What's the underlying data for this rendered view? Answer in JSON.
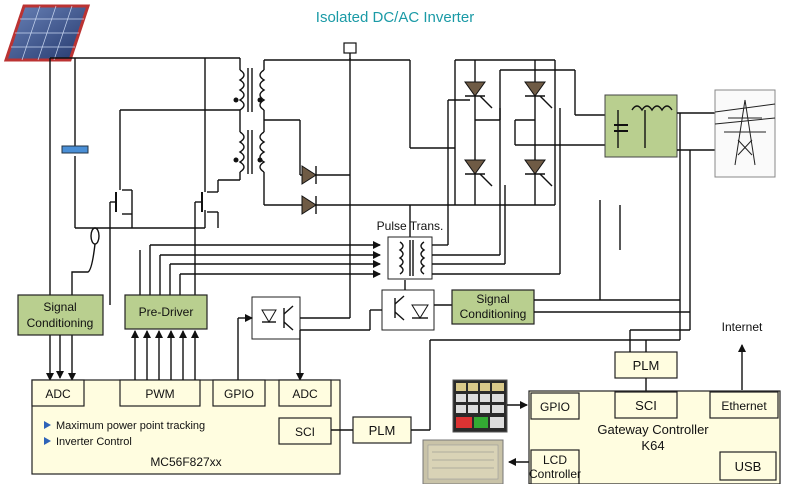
{
  "title": "Isolated DC/AC Inverter",
  "labels": {
    "pulse_trans": "Pulse Trans.",
    "internet": "Internet"
  },
  "blocks": {
    "signal_cond_left": [
      "Signal",
      "Conditioning"
    ],
    "pre_driver": "Pre-Driver",
    "signal_cond_right": [
      "Signal",
      "Conditioning"
    ],
    "plm_top": "PLM",
    "plm_mid": "PLM"
  },
  "mcu": {
    "adc_left": "ADC",
    "pwm": "PWM",
    "gpio": "GPIO",
    "adc_right": "ADC",
    "sci": "SCI",
    "bullets": [
      "Maximum power point tracking",
      "Inverter Control"
    ],
    "name": "MC56F827xx"
  },
  "gateway": {
    "gpio": "GPIO",
    "sci": "SCI",
    "ethernet": "Ethernet",
    "title_line1": "Gateway Controller",
    "title_line2": "K64",
    "lcd": [
      "LCD",
      "Controller"
    ],
    "usb": "USB"
  },
  "colors": {
    "title": "#1a9aa6",
    "block_fill": "#fffde0",
    "green_block": "#b9cf8f",
    "diode_fill": "#6f5b45",
    "bullet": "#2e63b8"
  }
}
